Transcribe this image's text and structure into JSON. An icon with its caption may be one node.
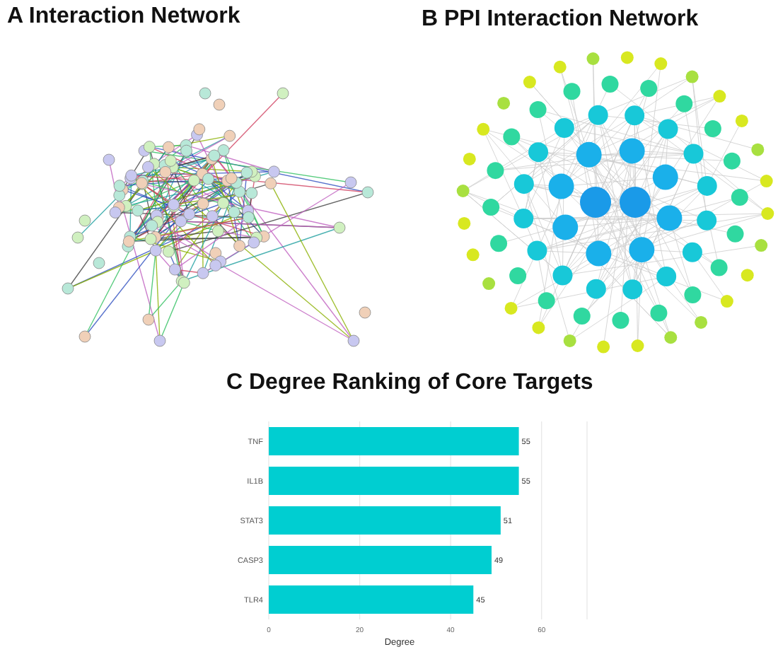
{
  "diagram": {
    "labels": [
      "A Interaction Network",
      "B PPI Interaction Network"
    ],
    "chart_data": {
      "type": "bar",
      "orientation": "horizontal",
      "title": "C Degree Ranking of Core Targets",
      "xlabel": "Degree",
      "categories": [
        "TNF",
        "IL1B",
        "STAT3",
        "CASP3",
        "TLR4"
      ],
      "series": [
        {
          "color": "#00ced1",
          "values": [
            55,
            55,
            51,
            49,
            45
          ]
        }
      ],
      "xlim": [
        0,
        70
      ],
      "grid": true,
      "xticks": [
        0,
        20,
        40,
        60
      ],
      "data_labels": true
    }
  }
}
